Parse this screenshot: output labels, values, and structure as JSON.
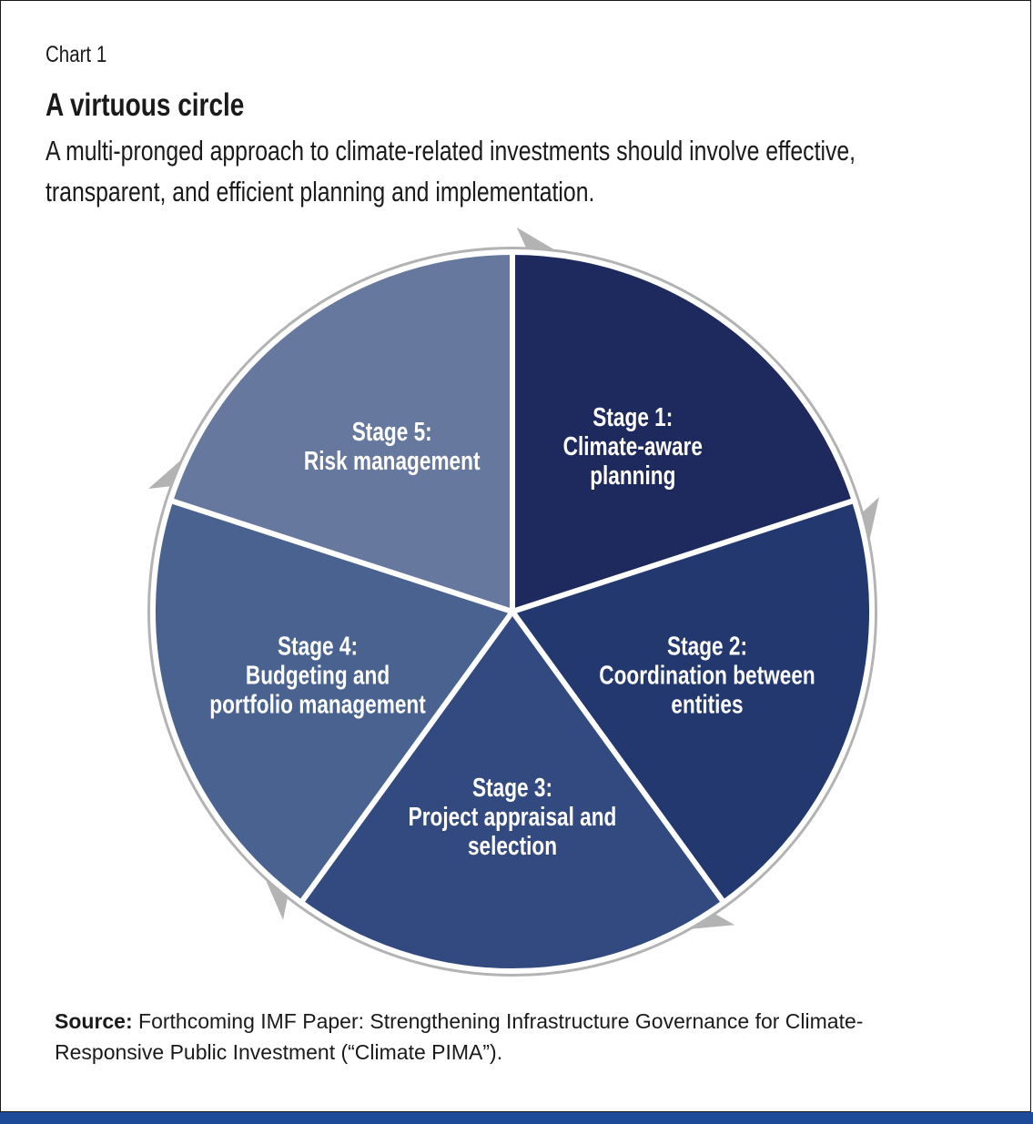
{
  "header": {
    "chart_label": "Chart 1",
    "title": "A virtuous circle",
    "subtitle_line1": "A multi-pronged approach to climate-related investments should involve effective,",
    "subtitle_line2": "transparent, and efficient planning and implementation."
  },
  "stages": [
    {
      "lines": [
        "Stage 1:",
        "Climate-aware",
        "planning"
      ],
      "color": "#1e2a5e"
    },
    {
      "lines": [
        "Stage 2:",
        "Coordination between",
        "entities"
      ],
      "color": "#23386f"
    },
    {
      "lines": [
        "Stage 3:",
        "Project appraisal and",
        "selection"
      ],
      "color": "#334a80"
    },
    {
      "lines": [
        "Stage 4:",
        "Budgeting and",
        "portfolio management"
      ],
      "color": "#4a6290"
    },
    {
      "lines": [
        "Stage 5:",
        "Risk management"
      ],
      "color": "#67789f"
    }
  ],
  "ring_color": "#b3b3b3",
  "source": {
    "label": "Source:",
    "text": "Forthcoming IMF Paper: Strengthening Infrastructure Governance for Climate-Responsive Public Investment (“Climate PIMA”)."
  },
  "colors": {
    "frame": "#1a1a1a",
    "bottom_bar": "#1d4b9a"
  }
}
